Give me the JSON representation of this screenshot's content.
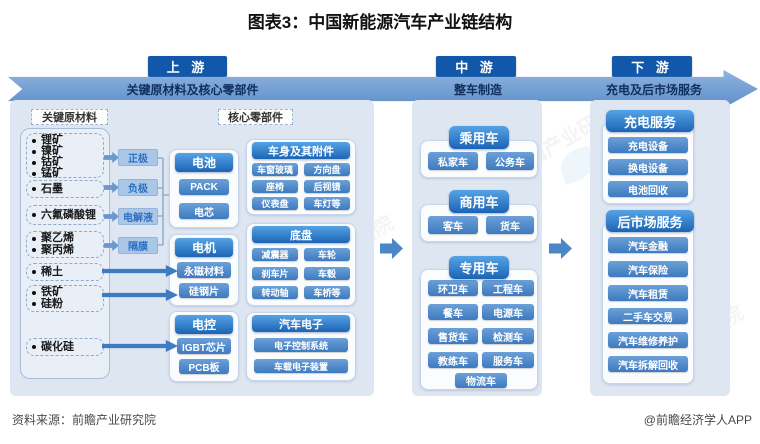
{
  "title": "图表3：中国新能源汽车产业链结构",
  "flow": {
    "stages": [
      {
        "label": "上 游",
        "band_text": "关键原材料及核心零部件"
      },
      {
        "label": "中 游",
        "band_text": "整车制造"
      },
      {
        "label": "下 游",
        "band_text": "充电及后市场服务"
      }
    ]
  },
  "upstream": {
    "raw_materials_label": "关键原材料",
    "core_parts_label": "核心零部件",
    "material_groups": [
      {
        "items": [
          "锂矿",
          "镍矿",
          "钴矿",
          "锰矿"
        ]
      },
      {
        "items": [
          "石墨"
        ]
      },
      {
        "items": [
          "六氟磷酸锂"
        ]
      },
      {
        "items": [
          "聚乙烯",
          "聚丙烯"
        ]
      },
      {
        "items": [
          "稀土"
        ]
      },
      {
        "items": [
          "铁矿",
          "硅粉"
        ]
      },
      {
        "items": [
          "碳化硅"
        ]
      }
    ],
    "battery_materials": [
      "正极",
      "负极",
      "电解液",
      "隔膜"
    ],
    "components": [
      {
        "title": "电池",
        "items": [
          "PACK",
          "电芯"
        ]
      },
      {
        "title": "电机",
        "items": [
          "永磁材料",
          "硅钢片"
        ]
      },
      {
        "title": "电控",
        "items": [
          "IGBT芯片",
          "PCB板"
        ]
      }
    ],
    "assemblies": [
      {
        "title": "车身及其附件",
        "items": [
          "车窗玻璃",
          "方向盘",
          "座椅",
          "后视镜",
          "仪表盘",
          "车灯等"
        ]
      },
      {
        "title": "底盘",
        "items": [
          "减震器",
          "车轮",
          "刹车片",
          "车毂",
          "转动轴",
          "车桥等"
        ]
      },
      {
        "title": "汽车电子",
        "items": [
          "电子控制系统",
          "车载电子装置"
        ]
      }
    ]
  },
  "midstream": {
    "groups": [
      {
        "title": "乘用车",
        "items": [
          "私家车",
          "公务车"
        ]
      },
      {
        "title": "商用车",
        "items": [
          "客车",
          "货车"
        ]
      },
      {
        "title": "专用车",
        "items": [
          "环卫车",
          "工程车",
          "餐车",
          "电源车",
          "售货车",
          "检测车",
          "教练车",
          "服务车",
          "物流车"
        ]
      }
    ]
  },
  "downstream": {
    "groups": [
      {
        "title": "充电服务",
        "items": [
          "充电设备",
          "换电设备",
          "电池回收"
        ]
      },
      {
        "title": "后市场服务",
        "items": [
          "汽车金融",
          "汽车保险",
          "汽车租赁",
          "二手车交易",
          "汽车维修养护",
          "汽车拆解回收"
        ]
      }
    ]
  },
  "footer": {
    "source": "资料来源：前瞻产业研究院",
    "credit": "@前瞻经济学人APP"
  },
  "watermark": "前瞻产业研究院",
  "colors": {
    "stage_blue": "#1158aa",
    "band_blue": "#6f9bd0",
    "header_blue": "#2b6cb8",
    "item_blue": "#4a86c6",
    "light_box_blue": "#aac7e8",
    "panel_bg": "#dee6f2"
  }
}
